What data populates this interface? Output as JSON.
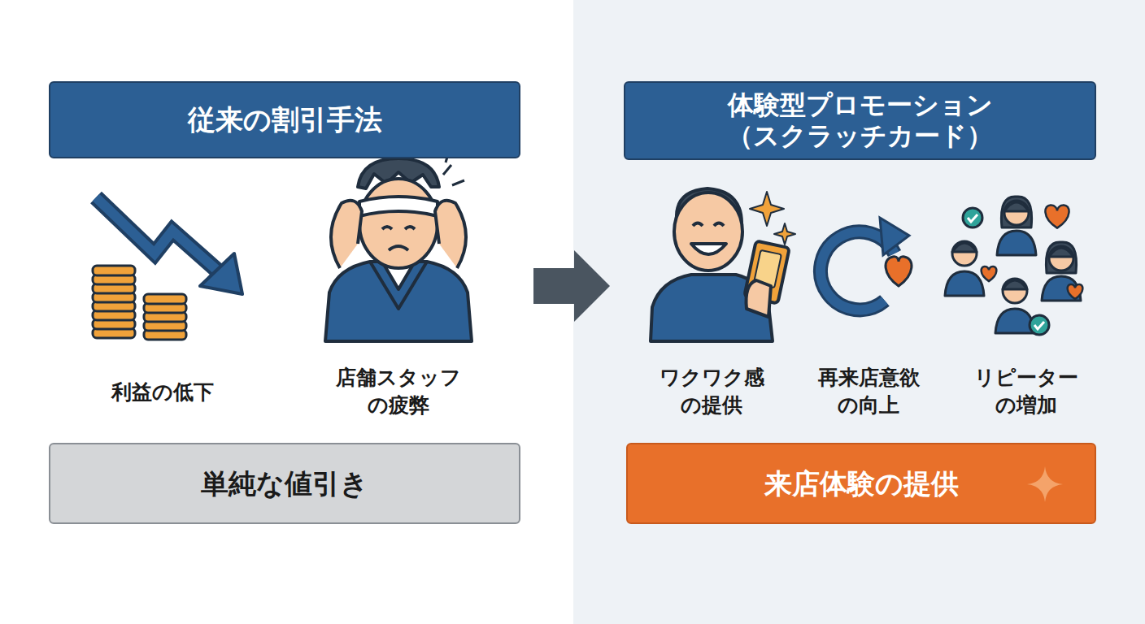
{
  "diagram": {
    "nodes": [
      {
        "text": [
          "従来の割引手法"
        ]
      },
      {
        "text": [
          "単純な値引き"
        ]
      },
      {
        "text": [
          "体験型プロモーション （スクラッチカード）"
        ]
      },
      {
        "text": [
          "来店体験の提供"
        ]
      }
    ],
    "labels": [
      "利益の低下",
      "店舗スタッフ の疲弊",
      "ワクワク感 の提供",
      "再来店意欲 の向上",
      "リピーター の増加"
    ]
  }
}
